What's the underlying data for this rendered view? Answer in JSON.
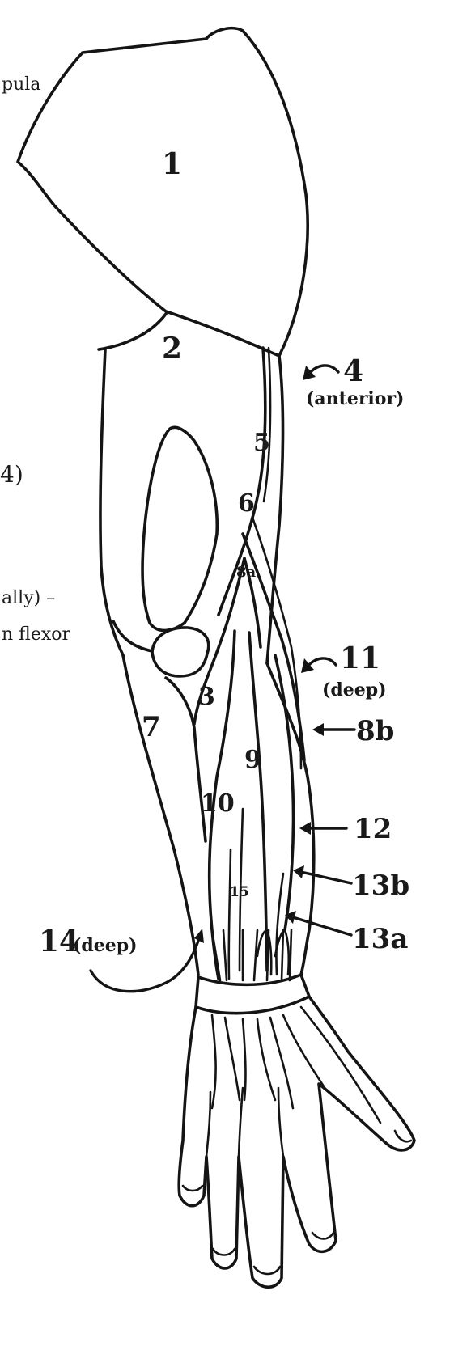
{
  "labels": {
    "l1": "1",
    "l2": "2",
    "l3": "3",
    "l4": "4",
    "l4_sub": "(anterior)",
    "l5": "5",
    "l6": "6",
    "l7": "7",
    "l8a": "8a",
    "l8b": "8b",
    "l9": "9",
    "l10": "10",
    "l11": "11",
    "l11_sub": "(deep)",
    "l12": "12",
    "l13a": "13a",
    "l13b": "13b",
    "l14": "14",
    "l14_sub": "(deep)",
    "l15": "15"
  },
  "cut_off_text": {
    "line1": "pula",
    "line2": "4)",
    "line3": "ally) –",
    "line4": "n flexor"
  }
}
